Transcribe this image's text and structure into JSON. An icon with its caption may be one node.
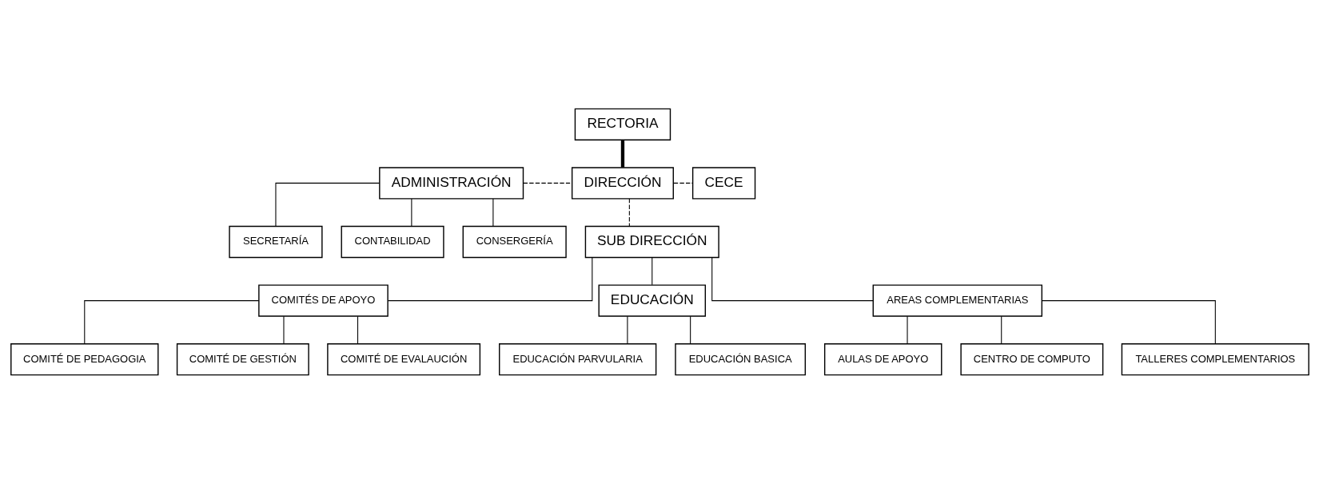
{
  "diagram": {
    "nodes": [
      {
        "text": [
          "RECTORIA"
        ]
      },
      {
        "text": [
          "ADMINISTRACIÓN"
        ]
      },
      {
        "text": [
          "DIRECCIÓN"
        ]
      },
      {
        "text": [
          "CECE"
        ]
      },
      {
        "text": [
          "SECRETARÍA"
        ]
      },
      {
        "text": [
          "CONTABILIDAD"
        ]
      },
      {
        "text": [
          "CONSERGERÍA"
        ]
      },
      {
        "text": [
          "SUB DIRECCIÓN"
        ]
      },
      {
        "text": [
          "COMITÉS DE APOYO"
        ]
      },
      {
        "text": [
          "EDUCACIÓN"
        ]
      },
      {
        "text": [
          "AREAS COMPLEMENTARIAS"
        ]
      },
      {
        "text": [
          "COMITÉ DE PEDAGOGIA"
        ]
      },
      {
        "text": [
          "COMITÉ DE GESTIÓN"
        ]
      },
      {
        "text": [
          "COMITÉ DE EVALAUCIÓN"
        ]
      },
      {
        "text": [
          "EDUCACIÓN PARVULARIA"
        ]
      },
      {
        "text": [
          "EDUCACIÓN BASICA"
        ]
      },
      {
        "text": [
          "AULAS DE APOYO"
        ]
      },
      {
        "text": [
          "CENTRO DE COMPUTO"
        ]
      },
      {
        "text": [
          "TALLERES COMPLEMENTARIOS"
        ]
      }
    ],
    "edges": [
      {
        "from": 0,
        "to": 2,
        "arrow": "none",
        "style": "thick"
      },
      {
        "from": 1,
        "to": 2,
        "arrow": "none",
        "style": "dashed"
      },
      {
        "from": 2,
        "to": 3,
        "arrow": "none",
        "style": "dashed"
      },
      {
        "from": 1,
        "to": 4,
        "arrow": "none"
      },
      {
        "from": 1,
        "to": 5,
        "arrow": "none"
      },
      {
        "from": 1,
        "to": 6,
        "arrow": "none"
      },
      {
        "from": 2,
        "to": 7,
        "arrow": "none",
        "style": "dashed"
      },
      {
        "from": 7,
        "to": 8,
        "arrow": "none"
      },
      {
        "from": 7,
        "to": 9,
        "arrow": "none"
      },
      {
        "from": 7,
        "to": 10,
        "arrow": "none"
      },
      {
        "from": 8,
        "to": 11,
        "arrow": "none"
      },
      {
        "from": 8,
        "to": 12,
        "arrow": "none"
      },
      {
        "from": 8,
        "to": 13,
        "arrow": "none"
      },
      {
        "from": 9,
        "to": 14,
        "arrow": "none"
      },
      {
        "from": 9,
        "to": 15,
        "arrow": "none"
      },
      {
        "from": 10,
        "to": 16,
        "arrow": "none"
      },
      {
        "from": 10,
        "to": 17,
        "arrow": "none"
      },
      {
        "from": 10,
        "to": 18,
        "arrow": "none"
      }
    ]
  }
}
